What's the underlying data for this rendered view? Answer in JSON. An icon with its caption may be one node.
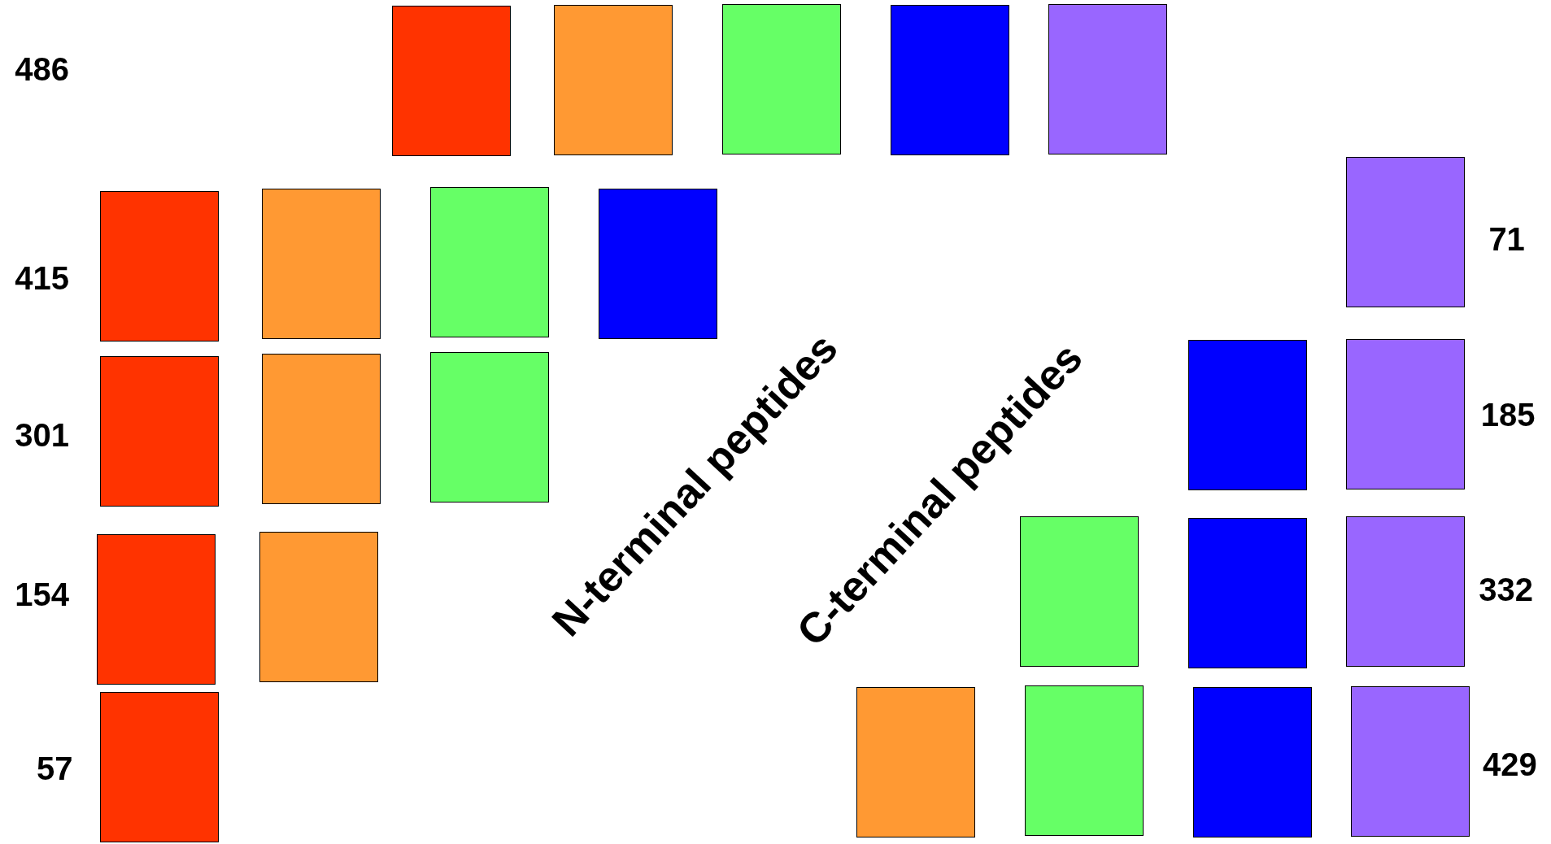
{
  "diagram": {
    "nodes": [
      {
        "text": [],
        "shape": "box"
      },
      {
        "text": [],
        "shape": "box"
      },
      {
        "text": [],
        "shape": "box"
      },
      {
        "text": [],
        "shape": "box"
      },
      {
        "text": [],
        "shape": "box"
      },
      {
        "text": [],
        "shape": "box"
      },
      {
        "text": [],
        "shape": "box"
      },
      {
        "text": [],
        "shape": "box"
      },
      {
        "text": [],
        "shape": "box"
      },
      {
        "text": [],
        "shape": "box"
      },
      {
        "text": [],
        "shape": "box"
      },
      {
        "text": [],
        "shape": "box"
      },
      {
        "text": [],
        "shape": "box"
      },
      {
        "text": [],
        "shape": "box"
      },
      {
        "text": [],
        "shape": "box"
      },
      {
        "text": [],
        "shape": "box"
      },
      {
        "text": [],
        "shape": "box"
      },
      {
        "text": [],
        "shape": "box"
      },
      {
        "text": [],
        "shape": "box"
      },
      {
        "text": [],
        "shape": "box"
      },
      {
        "text": [],
        "shape": "box"
      },
      {
        "text": [],
        "shape": "box"
      },
      {
        "text": [],
        "shape": "box"
      },
      {
        "text": [],
        "shape": "box"
      },
      {
        "text": [],
        "shape": "box"
      }
    ],
    "labels": [
      "486",
      "415",
      "71",
      "N-terminal peptides",
      "C-terminal peptides",
      "301",
      "185",
      "154",
      "332",
      "57",
      "429"
    ]
  }
}
